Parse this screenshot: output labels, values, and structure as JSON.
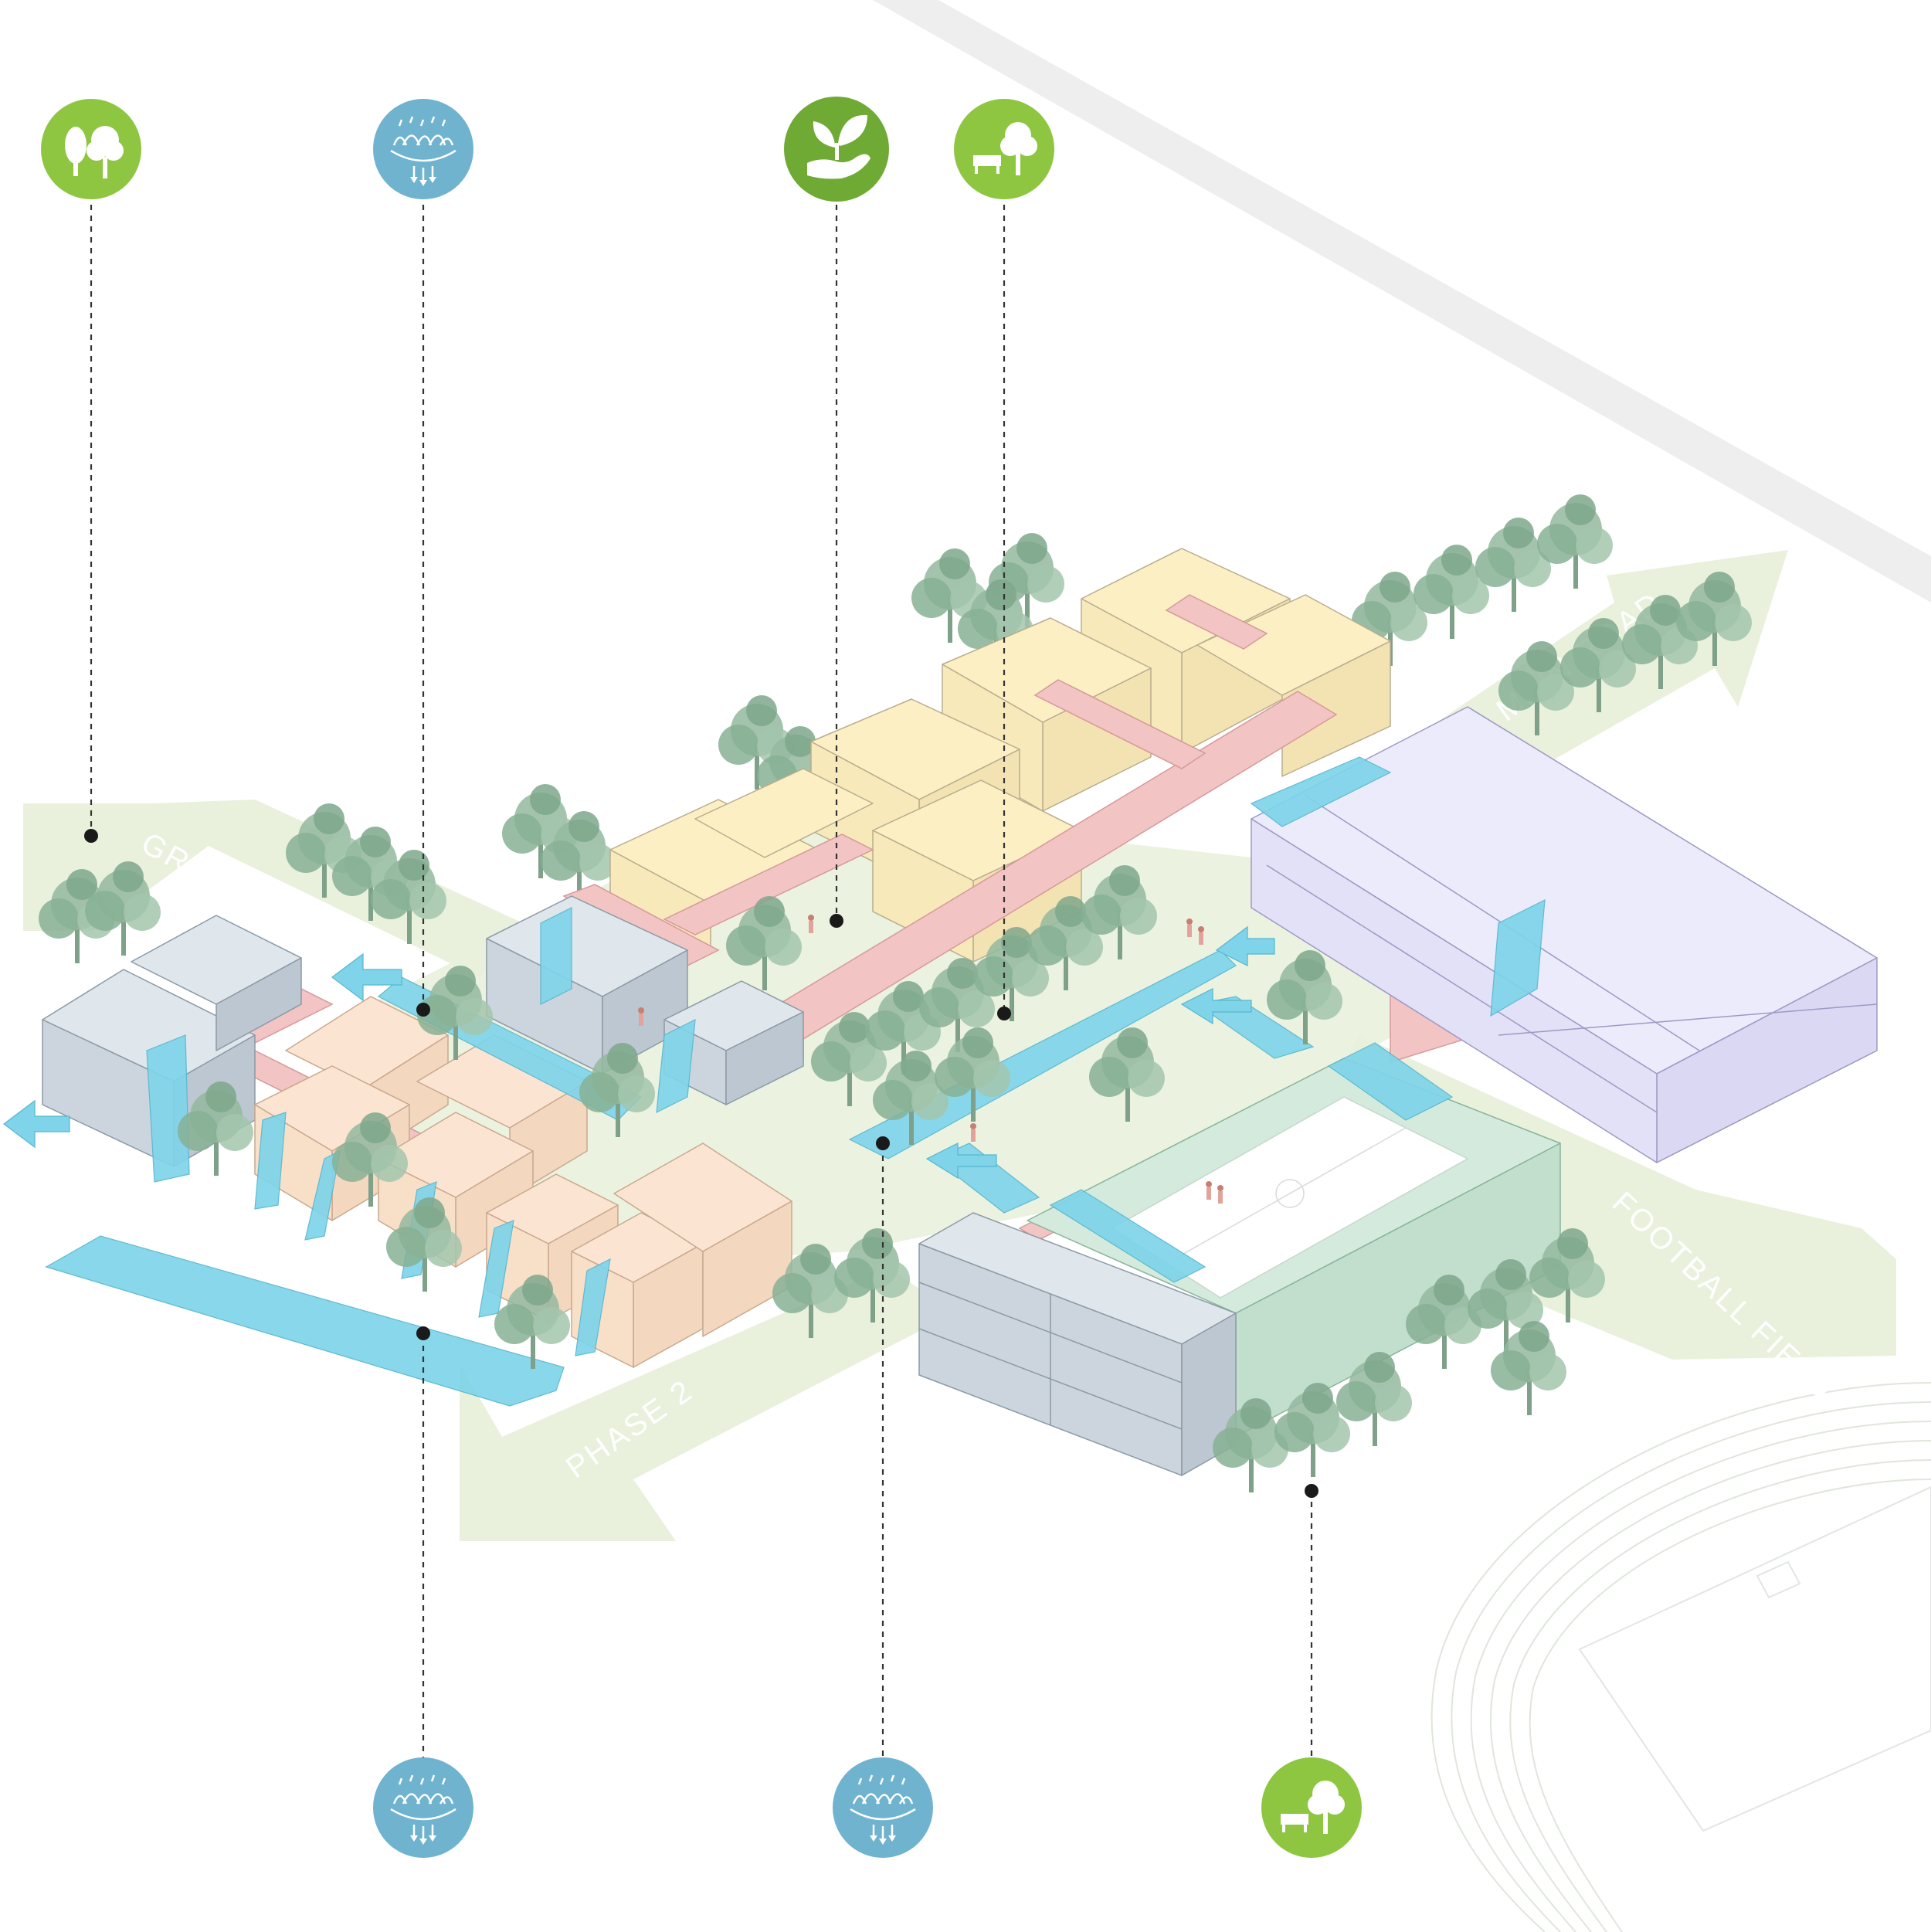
{
  "colors": {
    "green_icon": "#8ec641",
    "green_icon_dark": "#6faa34",
    "blue_icon": "#6fb3cf",
    "green_zone": "#e9f1dc",
    "water": "#7fd4ea",
    "pink_path": "#f2c4c4",
    "yellow_bldg": "#fcefc4",
    "peach_bldg": "#fbe5d2",
    "grey_bldg": "#d3dce3",
    "lavender_bldg": "#e8e6f8",
    "teal_bldg": "#cfe6d9",
    "tree": "#93b99f",
    "road": "#eeeeee",
    "leader": "#333333"
  },
  "zones": {
    "green_zone": "GREEN ZONE",
    "main_road": "MAIN ROAD",
    "phase_2": "PHASE 2",
    "football_field": "FOOTBALL FIELD"
  },
  "icons": {
    "top": [
      {
        "name": "trees-icon",
        "kind": "trees",
        "color": "green"
      },
      {
        "name": "rain-garden-icon",
        "kind": "rain",
        "color": "blue"
      },
      {
        "name": "plant-in-hand-icon",
        "kind": "plant",
        "color": "green"
      },
      {
        "name": "bench-tree-icon",
        "kind": "bench",
        "color": "green"
      }
    ],
    "bottom": [
      {
        "name": "rain-garden-icon",
        "kind": "rain",
        "color": "blue"
      },
      {
        "name": "rain-garden-icon",
        "kind": "rain",
        "color": "blue"
      },
      {
        "name": "bench-tree-icon",
        "kind": "bench",
        "color": "green"
      }
    ]
  }
}
